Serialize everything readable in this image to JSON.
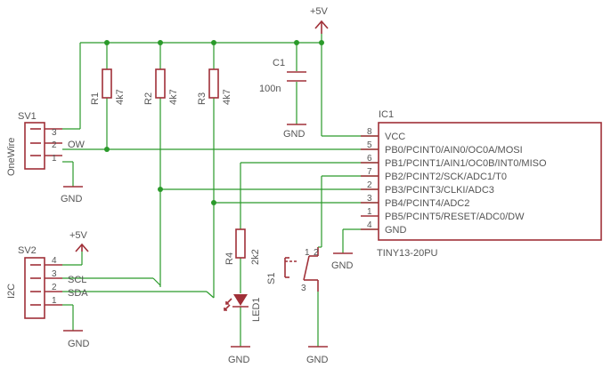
{
  "power": {
    "vcc_top": "+5V",
    "vcc_i2c": "+5V"
  },
  "gnd": {
    "c1": "GND",
    "sv1": "GND",
    "sv2": "GND",
    "led": "GND",
    "switch": "GND",
    "ic": "GND"
  },
  "resistors": {
    "r1": {
      "name": "R1",
      "value": "4k7"
    },
    "r2": {
      "name": "R2",
      "value": "4k7"
    },
    "r3": {
      "name": "R3",
      "value": "4k7"
    },
    "r4": {
      "name": "R4",
      "value": "2k2"
    }
  },
  "capacitor": {
    "name": "C1",
    "value": "100n"
  },
  "led": {
    "name": "LED1"
  },
  "switch": {
    "name": "S1",
    "pins": [
      "1",
      "2",
      "3"
    ]
  },
  "sv1": {
    "name": "SV1",
    "side_label": "OneWire",
    "pins": [
      "3",
      "2",
      "1"
    ],
    "net": "OW"
  },
  "sv2": {
    "name": "SV2",
    "side_label": "I2C",
    "pins": [
      "4",
      "3",
      "2",
      "1"
    ],
    "nets": [
      "SCL",
      "SDA"
    ]
  },
  "ic": {
    "name": "IC1",
    "part": "TINY13-20PU",
    "pins": [
      {
        "num": "8",
        "label": "VCC"
      },
      {
        "num": "5",
        "label": "PB0/PCINT0/AIN0/OC0A/MOSI"
      },
      {
        "num": "6",
        "label": "PB1/PCINT1/AIN1/OC0B/INT0/MISO"
      },
      {
        "num": "7",
        "label": "PB2/PCINT2/SCK/ADC1/T0"
      },
      {
        "num": "2",
        "label": "PB3/PCINT3/CLKI/ADC3"
      },
      {
        "num": "3",
        "label": "PB4/PCINT4/ADC2"
      },
      {
        "num": "1",
        "label": "PB5/PCINT5/RESET/ADC0/DW"
      },
      {
        "num": "4",
        "label": "GND"
      }
    ]
  }
}
